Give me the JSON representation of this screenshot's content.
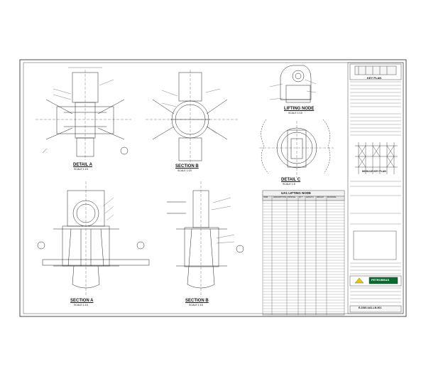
{
  "sheet": {
    "views": {
      "detail_a": {
        "title": "DETAIL",
        "mark": "A",
        "scale": "SCALE 1:15"
      },
      "section_b_top": {
        "title": "SECTION",
        "mark": "B",
        "scale": "SCALE 1:15"
      },
      "lifting_node": {
        "title": "LIFTING NODE",
        "scale": "SCALE 1:15"
      },
      "detail_c": {
        "title": "DETAIL",
        "mark": "C",
        "scale": "SCALE 1:5"
      },
      "section_a": {
        "title": "SECTION",
        "mark": "A",
        "scale": "SCALE 1:15"
      },
      "section_b_bottom": {
        "title": "SECTION",
        "mark": "B",
        "scale": "SCALE 1:15"
      }
    },
    "material_table": {
      "title": "UA1 LIFTING NODE",
      "header": [
        "ITEM",
        "DESCRIPTION",
        "PROFILE",
        "QTY",
        "LENGTH",
        "WEIGHT",
        "MATERIAL"
      ]
    },
    "title_block": {
      "key_plan": "KEY PLAN",
      "module_key_plan": "MODULE KEY PLAN",
      "company": "PETROBRAS",
      "drawing_no": "E-2340-UA1-LN-001"
    }
  }
}
